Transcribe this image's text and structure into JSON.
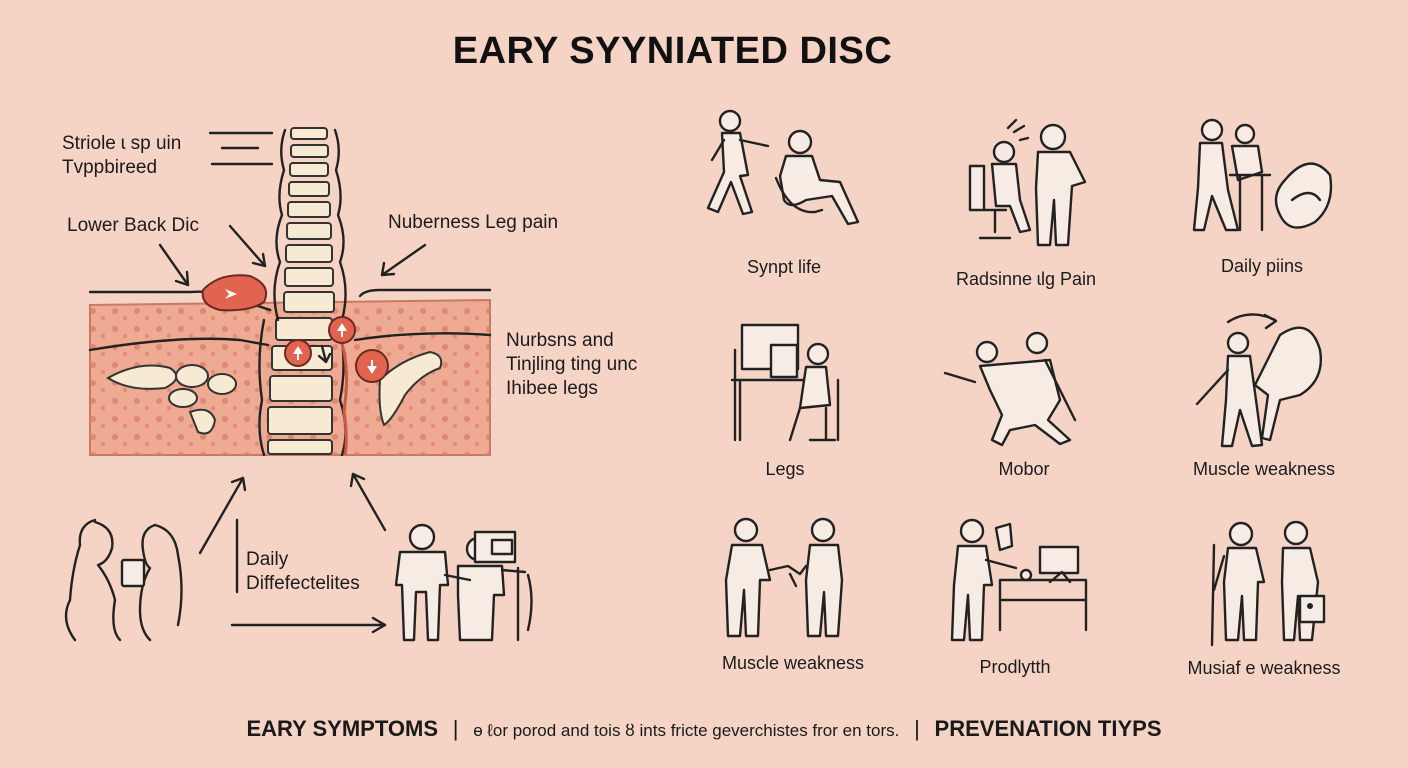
{
  "title": "EARY SYYNIATED DISC",
  "labels": {
    "top_left": "Striole ɩ sp uin\nTvppbireed",
    "lower_back": "Lower Back Dic",
    "numbness_leg": "Nuberness Leg pain",
    "numbness_tingling": "Nurbsns and\nTinjling ting unc\nIhibee legs",
    "daily": "Daily\nDiffefectelites"
  },
  "captions": [
    "Synpt life",
    "Radsinne ɩlg Pain",
    "Daily piins",
    "Legs",
    "Mobor",
    "Muscle weakness",
    "Muscle weakness",
    "Prodlytth",
    "Musiaf e weakness"
  ],
  "footer": {
    "left": "EARY SYMPTOMS",
    "middle": "ɵ ℓor porod and tois ȣ ints fricte geverchistes fror en tors.",
    "right": "PREVENATION TIYPS"
  },
  "colors": {
    "background": "#f5d4c6",
    "tissue": "#eeaa92",
    "disc": "#e0644f",
    "vertebra": "#f6ead2"
  }
}
